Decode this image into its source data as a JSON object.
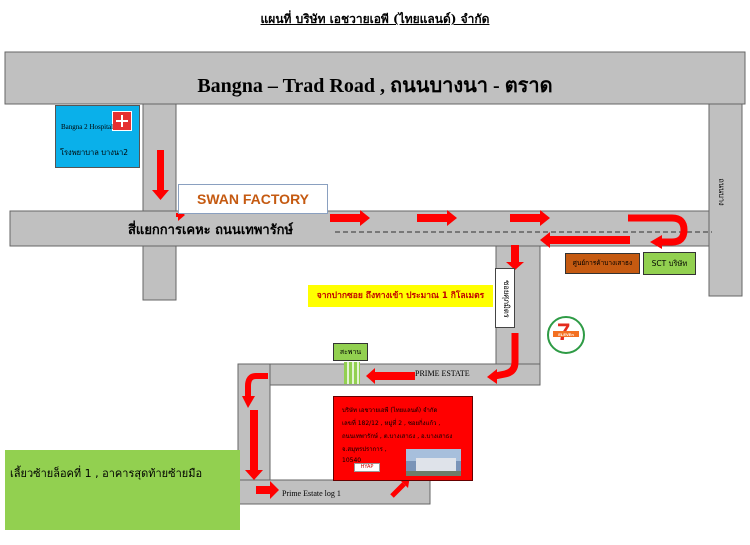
{
  "title": "แผนที่ บริษัท เอชวายเอพี (ไทยแลนด์) จำกัด",
  "roads": {
    "bangna_trad": "Bangna – Trad Road , ถนนบางนา - ตราด",
    "thepharak": "สี่แยกการเคหะ ถนนเทพารักษ์",
    "right_road": "ถนนบาง",
    "soi": "ซอยศุภมิตร",
    "prime_estate": "PRIME ESTATE",
    "prime_estate_log": "Prime Estate log 1"
  },
  "places": {
    "hospital": {
      "name": "Bangna 2 Hospital",
      "thai_name": "โรงพยาบาล บางนา2"
    },
    "swan_factory": "SWAN FACTORY",
    "shop": "ศูนย์การค้าบางเสาธง",
    "sct": "SCT บริษัท",
    "bridge": "สะพาน",
    "seven_eleven": "ELEVEn"
  },
  "notes": {
    "distance": "จากปากซอย ถึงทางเข้า ประมาณ 1 กิโลเมตร",
    "direction": "เลี้ยวซ้ายล็อคที่ 1 , อาคารสุดท้ายซ้ายมือ"
  },
  "address": {
    "lines": [
      "บริษัท เอชวายเอพี (ไทยแลนด์) จำกัด",
      "เลขที่ 182/12 , หมู่ที่ 2 , ซอยกิ่งแก้ว ,",
      "ถนนเทพารักษ์ , ต.บางเสาธง , อ.บางเสาธง",
      "จ.สมุทรปราการ ,",
      "10540"
    ],
    "logo_text": "HYAP"
  },
  "colors": {
    "road": "#c0c0c0",
    "arrow": "#ff0000",
    "hospital": "#0ab0ea",
    "green": "#92d050",
    "yellow": "#ffff00",
    "shop": "#c55a11"
  }
}
